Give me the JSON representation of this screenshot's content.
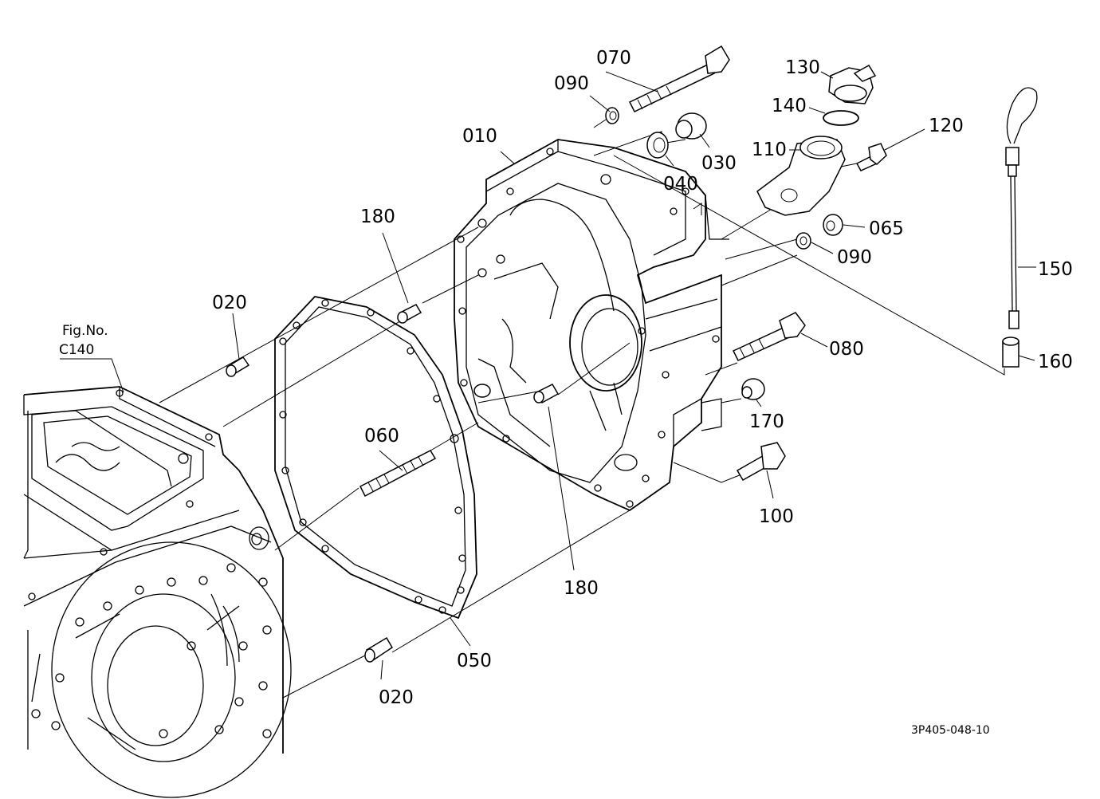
{
  "drawing_code": "3P405-048-10",
  "figure_ref": {
    "line1": "Fig.No.",
    "line2": "C140"
  },
  "labels": {
    "p010": "010",
    "p020a": "020",
    "p020b": "020",
    "p030": "030",
    "p040": "040",
    "p050": "050",
    "p060": "060",
    "p065": "065",
    "p070": "070",
    "p080": "080",
    "p090a": "090",
    "p090b": "090",
    "p100": "100",
    "p110": "110",
    "p120": "120",
    "p130": "130",
    "p140": "140",
    "p150": "150",
    "p160": "160",
    "p170": "170",
    "p180a": "180",
    "p180b": "180"
  }
}
